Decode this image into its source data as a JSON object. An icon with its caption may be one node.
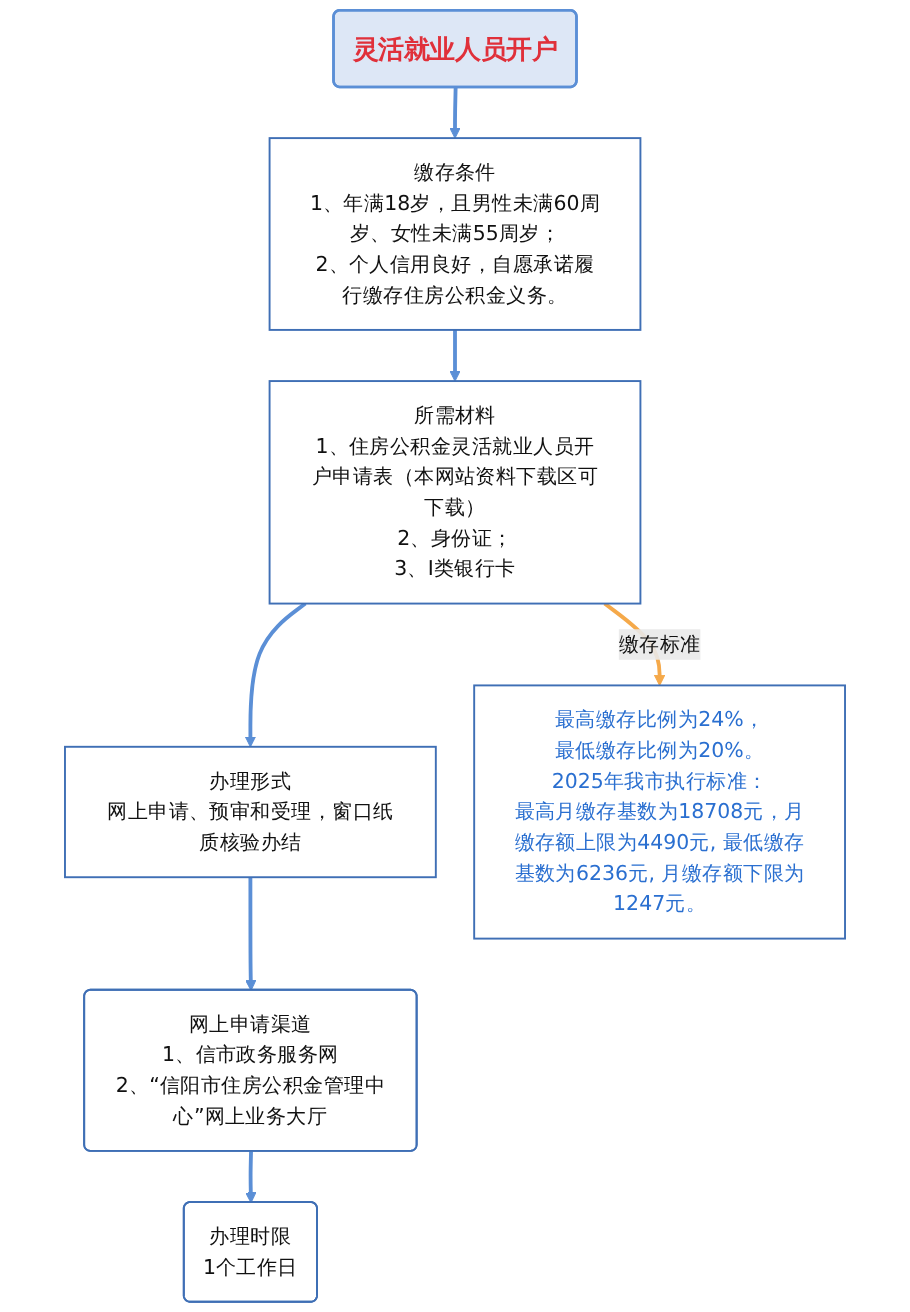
{
  "diagram": {
    "nodes": [
      {
        "text": [
          "灵活就业人员开户"
        ]
      },
      {
        "text": [
          "缴存条件",
          "1、年满18岁，且男性未满60周岁、女性未满55周岁；",
          "2、个人信用良好，自愿承诺履行缴存住房公积金义务。"
        ]
      },
      {
        "text": [
          "所需材料",
          "1、住房公积金灵活就业人员开户申请表（本网站资料下载区可下载）",
          "2、身份证；",
          "3、Ⅰ类银行卡"
        ]
      },
      {
        "text": [
          "办理形式",
          "网上申请、预审和受理，窗口纸质核验办结"
        ]
      },
      {
        "text": [
          "网上申请渠道",
          "1、信市政务服务网",
          "2、“信阳市住房公积金管理中心”网上业务大厅"
        ]
      },
      {
        "text": [
          "办理时限",
          "1个工作日"
        ]
      },
      {
        "text": [
          "最高缴存比例为24%，",
          "最低缴存比例为20%。",
          "2025年我市执行标准：",
          "最高月缴存基数为18708元，月缴存额上限为4490元, 最低缴存基数为6236元, 月缴存额下限为1247元。"
        ]
      }
    ],
    "edges": [
      {
        "from": 0,
        "to": 1,
        "arrow": "to"
      },
      {
        "from": 1,
        "to": 2,
        "arrow": "to"
      },
      {
        "from": 2,
        "to": 6,
        "arrow": "to",
        "label": "缴存标准",
        "color": "#f5a94a"
      },
      {
        "from": 2,
        "to": 3,
        "arrow": "to"
      },
      {
        "from": 3,
        "to": 4,
        "arrow": "to"
      },
      {
        "from": 4,
        "to": 5,
        "arrow": "to"
      }
    ]
  }
}
